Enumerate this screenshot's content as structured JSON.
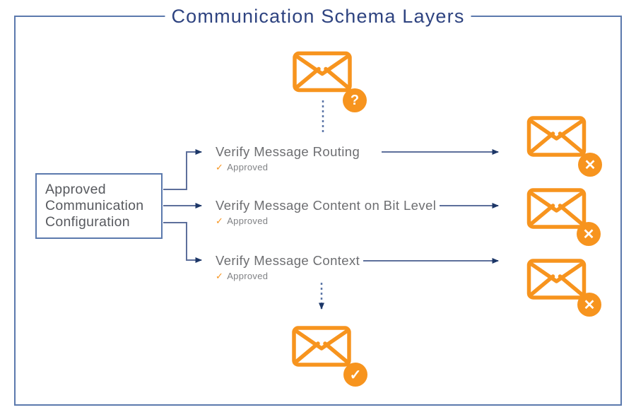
{
  "title": "Communication Schema Layers",
  "source_box": {
    "lines": [
      "Approved",
      "Communication",
      "Configuration"
    ]
  },
  "steps": [
    {
      "label": "Verify Message Routing",
      "status_icon": "✓",
      "status": "Approved"
    },
    {
      "label": "Verify Message Content on Bit Level",
      "status_icon": "✓",
      "status": "Approved"
    },
    {
      "label": "Verify Message Context",
      "status_icon": "✓",
      "status": "Approved"
    }
  ],
  "envelopes": {
    "incoming_badge": "?",
    "rejected_badge": "✕",
    "accepted_badge": "✓"
  },
  "colors": {
    "orange": "#F7941E",
    "navy": "#2E4380",
    "arrow_head": "#1C3667",
    "arrow_shaft": "#5D6F9B",
    "slate": "#5B79AD",
    "label_gray": "#6D6E71",
    "status_gray": "#808285"
  }
}
